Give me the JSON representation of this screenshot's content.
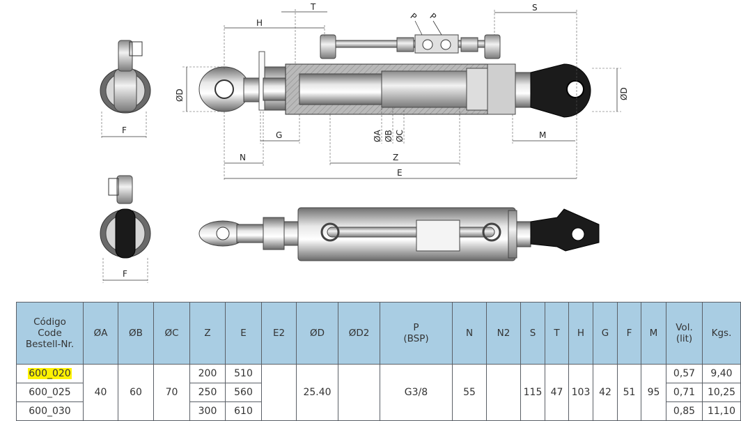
{
  "drawing_labels": {
    "H": "H",
    "T": "T",
    "S": "S",
    "P1": "P",
    "P2": "P",
    "D_left": "ØD",
    "D_right": "ØD",
    "F_top": "F",
    "F_bottom": "F",
    "G": "G",
    "N": "N",
    "Z": "Z",
    "E": "E",
    "M": "M",
    "A": "ØA",
    "B": "ØB",
    "C": "ØC"
  },
  "table": {
    "headers": {
      "code_l1": "Código",
      "code_l2": "Code",
      "code_l3": "Bestell-Nr.",
      "A": "ØA",
      "B": "ØB",
      "C": "ØC",
      "Z": "Z",
      "E": "E",
      "E2": "E2",
      "D": "ØD",
      "D2": "ØD2",
      "P_l1": "P",
      "P_l2": "(BSP)",
      "N": "N",
      "N2": "N2",
      "S": "S",
      "T": "T",
      "H": "H",
      "G": "G",
      "F": "F",
      "M": "M",
      "vol_l1": "Vol.",
      "vol_l2": "(lit)",
      "kgs": "Kgs."
    },
    "rows": [
      {
        "code": "600_020",
        "Z": "200",
        "E": "510",
        "vol": "0,57",
        "kgs": "9,40"
      },
      {
        "code": "600_025",
        "Z": "250",
        "E": "560",
        "vol": "0,71",
        "kgs": "10,25"
      },
      {
        "code": "600_030",
        "Z": "300",
        "E": "610",
        "vol": "0,85",
        "kgs": "11,10"
      }
    ],
    "shared": {
      "A": "40",
      "B": "60",
      "C": "70",
      "D": "25.40",
      "P": "G3/8",
      "N": "55",
      "S": "115",
      "T": "47",
      "H": "103",
      "G": "42",
      "F": "51",
      "M": "95"
    }
  }
}
